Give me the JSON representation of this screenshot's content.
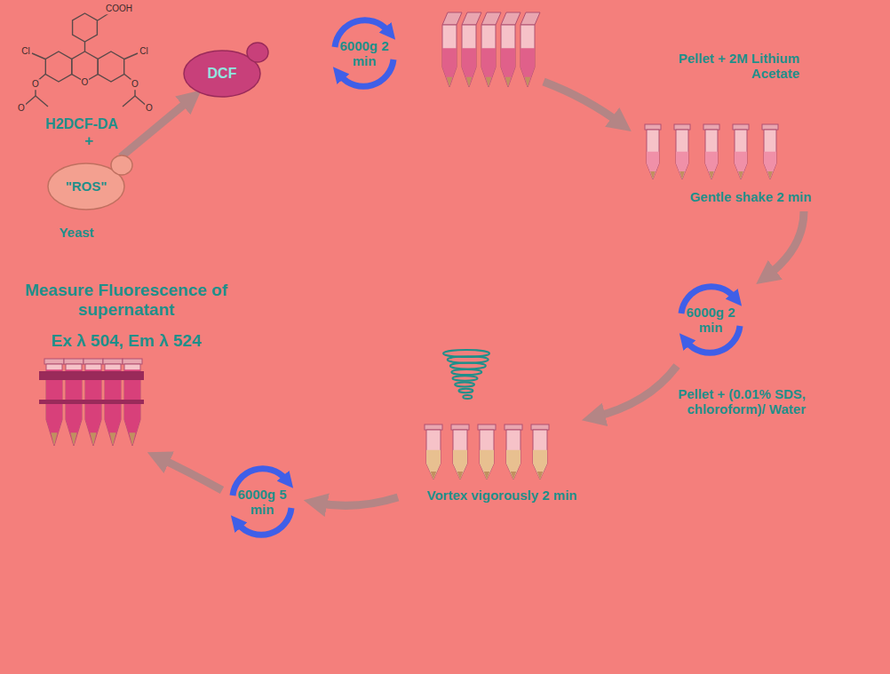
{
  "diagram": {
    "nodes": [
      {
        "text": [
          "\"ROS\""
        ]
      },
      {
        "text": [
          "DCF"
        ]
      },
      {
        "text": [
          "6000g 2 min"
        ]
      },
      {
        "text": [
          "6000g 2 min"
        ]
      },
      {
        "text": [
          "6000g 5 min"
        ]
      }
    ],
    "edges": [
      {
        "from": 0,
        "to": 1,
        "arrow": "to"
      }
    ],
    "labels": [
      "COOH",
      "Cl",
      "Cl",
      "O",
      "O",
      "O",
      "O",
      "O",
      "H2DCF-DA",
      "+",
      "Yeast",
      "Pellet + 2M Lithium Acetate",
      "Gentle shake 2 min",
      "Pellet + (0.01% SDS, chloroform)/ Water",
      "Vortex vigorously 2 min",
      "Measure Fluorescence of supernatant",
      "Ex λ 504, Em λ 524"
    ]
  }
}
